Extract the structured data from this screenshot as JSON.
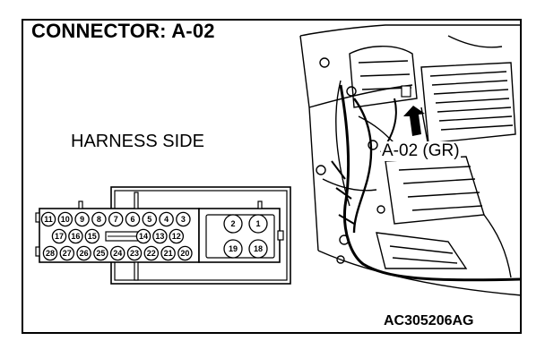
{
  "diagram": {
    "title": "CONNECTOR: A-02",
    "side_label": "HARNESS SIDE",
    "connector_callout": "A-02 (GR)",
    "figure_code": "AC305206AG"
  },
  "connector": {
    "row1": [
      "11",
      "10",
      "9",
      "8",
      "7",
      "6",
      "5",
      "4",
      "3"
    ],
    "row2": [
      "17",
      "16",
      "15",
      "14",
      "13",
      "12"
    ],
    "row3": [
      "28",
      "27",
      "26",
      "25",
      "24",
      "23",
      "22",
      "21",
      "20"
    ],
    "right_top": [
      "2",
      "1"
    ],
    "right_bottom": [
      "19",
      "18"
    ]
  },
  "colors": {
    "line": "#000000",
    "background": "#ffffff"
  }
}
